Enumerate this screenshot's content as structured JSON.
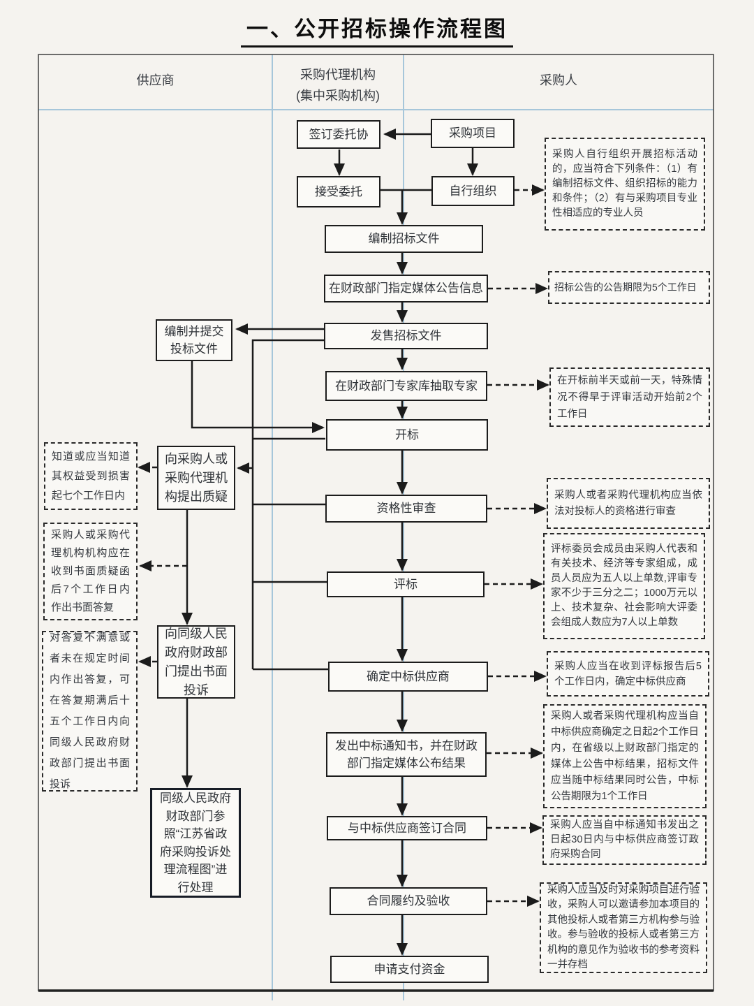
{
  "title": "一、公开招标操作流程图",
  "columns": {
    "supplier": "供应商",
    "agency_line1": "采购代理机构",
    "agency_line2": "(集中采购机构)",
    "purchaser": "采购人"
  },
  "nodes": {
    "sign_agreement": "签订委托协",
    "procurement_project": "采购项目",
    "accept_entrust": "接受委托",
    "self_organize": "自行组织",
    "prepare_docs": "编制招标文件",
    "announce_media": "在财政部门指定媒体公告信息",
    "sell_docs": "发售招标文件",
    "draw_experts": "在财政部门专家库抽取专家",
    "bid_opening": "开标",
    "qualification_review": "资格性审查",
    "bid_evaluation": "评标",
    "determine_winner": "确定中标供应商",
    "issue_notice": "发出中标通知书，并在财政部门指定媒体公布结果",
    "sign_contract": "与中标供应商签订合同",
    "contract_acceptance": "合同履约及验收",
    "request_payment": "申请支付资金",
    "prepare_bid": "编制并提交投标文件",
    "raise_query": "向采购人或采购代理机构提出质疑",
    "file_complaint": "向同级人民政府财政部门提出书面投诉",
    "handle_complaint": "同级人民政府财政部门参照“江苏省政府采购投诉处理流程图”进行处理"
  },
  "notes": {
    "self_org_note": "采购人自行组织开展招标活动的，应当符合下列条件：（1）有编制招标文件、组织招标的能力和条件；（2）有与采购项目专业性相适应的专业人员",
    "announce_note": "招标公告的公告期限为5个工作日",
    "experts_note": "在开标前半天或前一天，特殊情况不得早于评审活动开始前2个工作日",
    "qualification_note": "采购人或者采购代理机构应当依法对投标人的资格进行审查",
    "evaluation_note": "评标委员会成员由采购人代表和有关技术、经济等专家组成，成员人员应为五人以上单数,评审专家不少于三分之二；1000万元以上、技术复杂、社会影响大评委会组成人数应为7人以上单数",
    "winner_note": "采购人应当在收到评标报告后5个工作日内，确定中标供应商",
    "notice_note": "采购人或者采购代理机构应当自中标供应商确定之日起2个工作日内，在省级以上财政部门指定的媒体上公告中标结果，招标文件应当随中标结果同时公告，中标公告期限为1个工作日",
    "contract_note": "采购人应当自中标通知书发出之日起30日内与中标供应商签订政府采购合同",
    "acceptance_note": "采购人应当及时对采购项目进行验收，采购人可以邀请参加本项目的其他投标人或者第三方机构参与验收。参与验收的投标人或者第三方机构的意见作为验收书的参考资料一并存档",
    "know_note": "知道或应当知道其权益受到损害起七个工作日内",
    "reply_note": "采购人或采购代理机构机构应在收到书面质疑函后7个工作日内作出书面答复",
    "dissatisfied_note": "对答复不满意或者未在规定时间内作出答复，可在答复期满后十五个工作日内向同级人民政府财政部门提出书面投诉"
  },
  "colors": {
    "divider_blue": "#a6c6da",
    "box_border": "#1c1c1c",
    "frame": "#4a4a4a",
    "background": "#f5f3ef"
  }
}
